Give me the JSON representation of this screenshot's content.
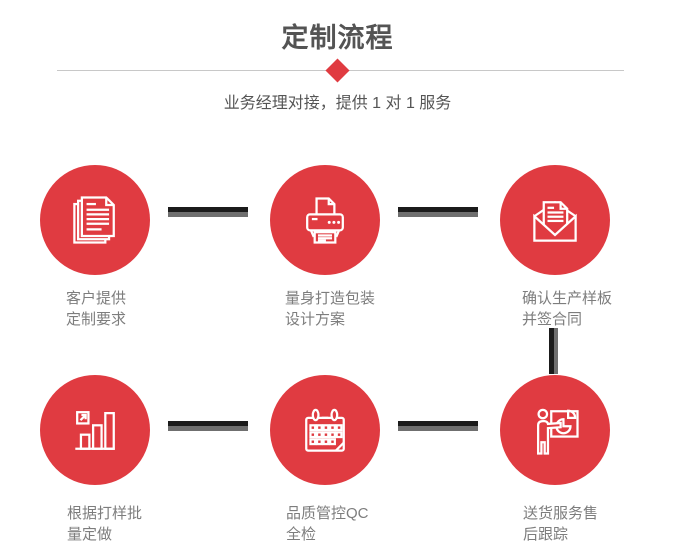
{
  "header": {
    "title": "定制流程",
    "subtitle": "业务经理对接，提供 1 对 1 服务"
  },
  "colors": {
    "accent_red": "#e03b41",
    "title_gray": "#545454",
    "label_gray": "#7d7d7d",
    "connector_black": "#1b1b1b",
    "connector_shadow_gray": "#6f6f6f",
    "divider_gray": "#c8c8c8",
    "icon_stroke": "#ffffff"
  },
  "steps": [
    {
      "id": 1,
      "icon": "documents-stack-icon",
      "label_line1": "客户提供",
      "label_line2": "定制要求"
    },
    {
      "id": 2,
      "icon": "printer-icon",
      "label_line1": "量身打造包装",
      "label_line2": "设计方案"
    },
    {
      "id": 3,
      "icon": "envelope-letter-icon",
      "label_line1": "确认生产样板",
      "label_line2": "并签合同"
    },
    {
      "id": 4,
      "icon": "bar-chart-growth-icon",
      "label_line1": "根据打样批",
      "label_line2": "量定做"
    },
    {
      "id": 5,
      "icon": "calendar-icon",
      "label_line1": "品质管控QC",
      "label_line2": "全检"
    },
    {
      "id": 6,
      "icon": "presentation-pie-chart-icon",
      "label_line1": "送货服务售",
      "label_line2": "后跟踪"
    }
  ]
}
